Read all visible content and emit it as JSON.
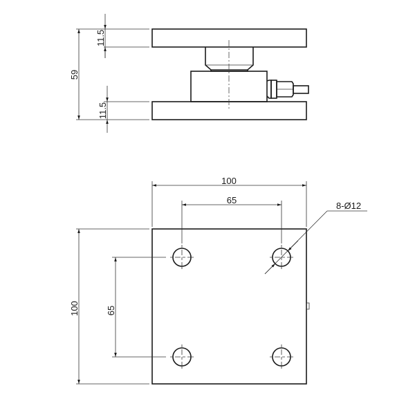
{
  "drawing": {
    "type": "engineering-drawing",
    "subject": "load cell mounting module",
    "views": [
      "front-elevation",
      "plan-view"
    ]
  },
  "front_view": {
    "dimensions": {
      "overall_height": "59",
      "top_plate_thickness": "11.5",
      "bottom_plate_thickness": "11.5"
    }
  },
  "plan_view": {
    "dimensions": {
      "plate_width": "100",
      "plate_length": "100",
      "hole_spacing_x": "65",
      "hole_spacing_y": "65",
      "hole_callout": "8-Ø12"
    }
  },
  "colors": {
    "line": "#1a1a1a",
    "background": "#ffffff"
  }
}
